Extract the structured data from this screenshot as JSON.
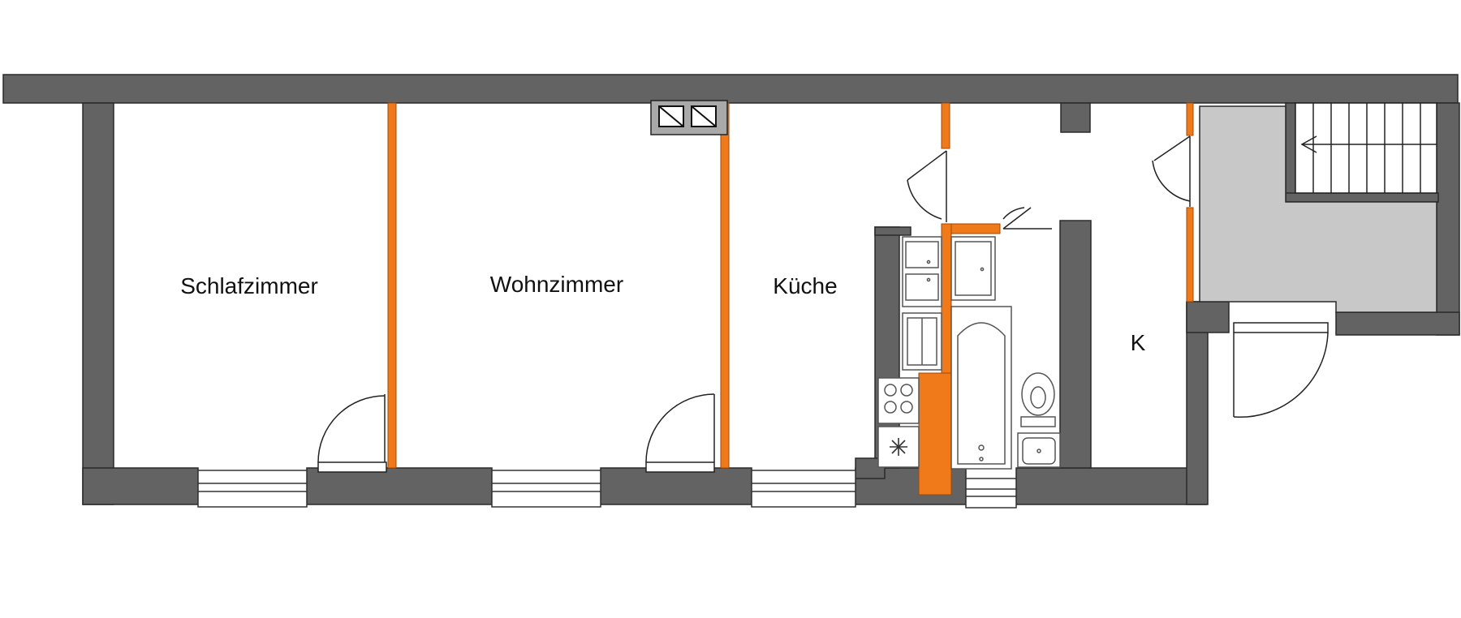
{
  "rooms": {
    "schlafzimmer": "Schlafzimmer",
    "wohnzimmer": "Wohnzimmer",
    "kueche": "Küche",
    "keller": "K"
  },
  "colors": {
    "wall": "#636363",
    "partition": "#f07a1a",
    "stair_landing": "#c8c8c8",
    "fixture_stroke": "#555555",
    "background": "#ffffff"
  }
}
